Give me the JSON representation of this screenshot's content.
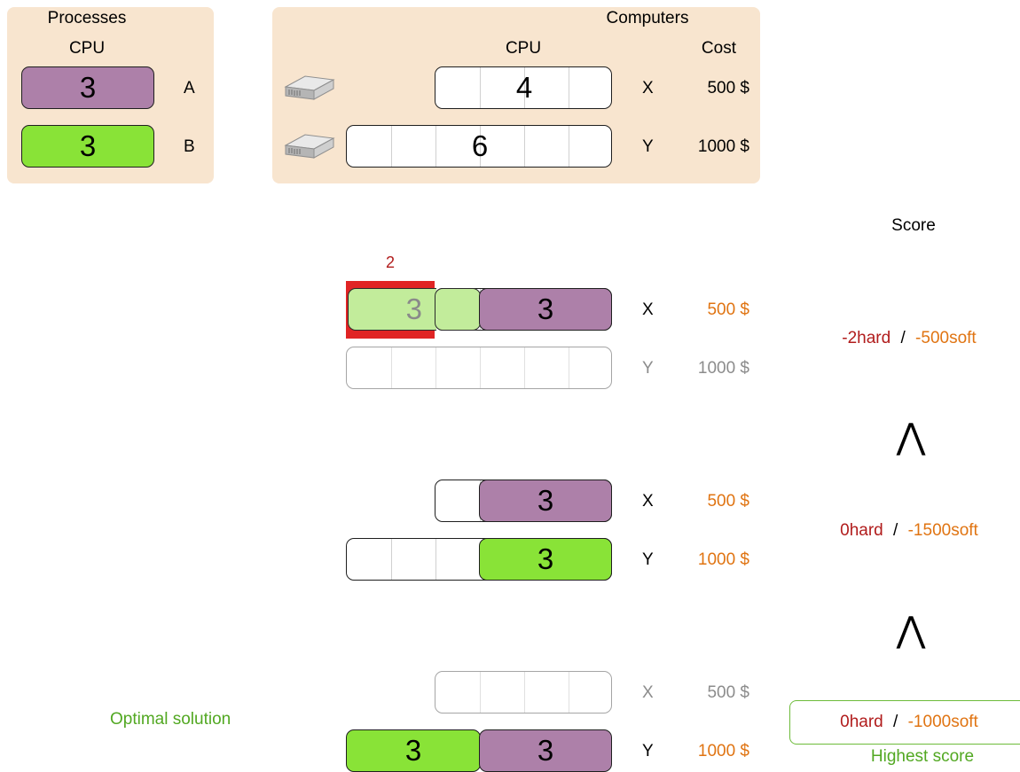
{
  "processes": {
    "title": "Processes",
    "cpu_header": "CPU",
    "items": [
      {
        "value": "3",
        "name": "A",
        "color": "#ad80a9"
      },
      {
        "value": "3",
        "name": "B",
        "color": "#89e337"
      }
    ]
  },
  "computers": {
    "title": "Computers",
    "cpu_header": "CPU",
    "cost_header": "Cost",
    "items": [
      {
        "name": "X",
        "cpu": "4",
        "cost": "500 $"
      },
      {
        "name": "Y",
        "cpu": "6",
        "cost": "1000 $"
      }
    ]
  },
  "score_header": "Score",
  "solutions": [
    {
      "violation_label": "2",
      "rows": [
        {
          "name": "X",
          "cost": "500 $",
          "processes": [
            "3",
            "3"
          ]
        },
        {
          "name": "Y",
          "cost": "1000 $",
          "processes": []
        }
      ],
      "score": {
        "hard": "-2hard",
        "sep": "/",
        "soft": "-500soft"
      }
    },
    {
      "rows": [
        {
          "name": "X",
          "cost": "500 $",
          "processes": [
            "3"
          ]
        },
        {
          "name": "Y",
          "cost": "1000 $",
          "processes": [
            "3"
          ]
        }
      ],
      "score": {
        "hard": "0hard",
        "sep": "/",
        "soft": "-1500soft"
      }
    },
    {
      "label": "Optimal solution",
      "rows": [
        {
          "name": "X",
          "cost": "500 $",
          "processes": []
        },
        {
          "name": "Y",
          "cost": "1000 $",
          "processes": [
            "3",
            "3"
          ]
        }
      ],
      "score": {
        "hard": "0hard",
        "sep": "/",
        "soft": "-1000soft"
      },
      "score_note": "Highest score"
    }
  ],
  "comparators": [
    "⋀",
    "⋀"
  ],
  "colors": {
    "panel": "#f8e5cf",
    "process_a": "#ad80a9",
    "process_b": "#89e337",
    "process_b_overloaded": "#c2ec9b",
    "violation": "#e02424",
    "cost_used": "#e07412",
    "cost_unused": "#8c8c8c",
    "hard_score": "#b11c1c",
    "optimal": "#52a822"
  }
}
